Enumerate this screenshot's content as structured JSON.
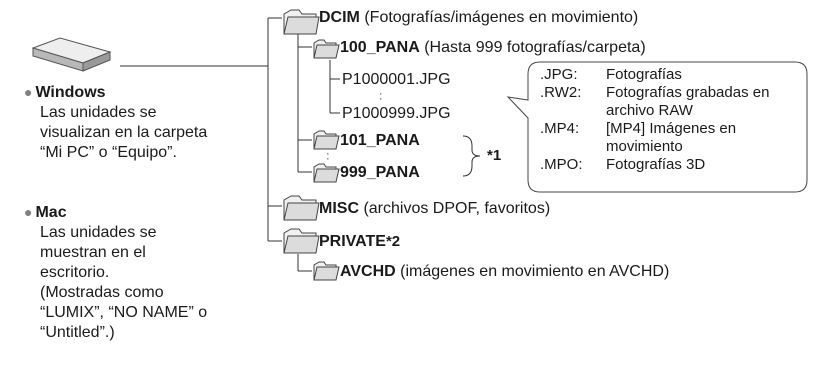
{
  "windows": {
    "title": "Windows",
    "lines": [
      "Las unidades se",
      "visualizan en la carpeta",
      "“Mi PC” o “Equipo”."
    ]
  },
  "mac": {
    "title": "Mac",
    "lines": [
      "Las unidades se",
      "muestran en el",
      "escritorio.",
      "(Mostradas como",
      "“LUMIX”, “NO NAME” o",
      "“Untitled”.)"
    ]
  },
  "tree": {
    "dcim": {
      "name": "DCIM",
      "desc": " (Fotografías/imágenes en movimiento)"
    },
    "pana100": {
      "name": "100_PANA",
      "desc": " (Hasta 999 fotografías/carpeta)"
    },
    "file_first": "P1000001.JPG",
    "file_last": "P1000999.JPG",
    "pana101": {
      "name": "101_PANA"
    },
    "pana999": {
      "name": "999_PANA"
    },
    "note1": "*1",
    "misc": {
      "name": "MISC",
      "desc": " (archivos DPOF, favoritos)"
    },
    "private": {
      "name": "PRIVATE",
      "note": "*2"
    },
    "avchd": {
      "name": "AVCHD",
      "desc": " (imágenes en movimiento en AVCHD)"
    }
  },
  "extensions": [
    {
      "ext": ".JPG:",
      "desc": "Fotografías"
    },
    {
      "ext": ".RW2:",
      "desc": "Fotografías grabadas en archivo RAW"
    },
    {
      "ext": ".MP4:",
      "desc": "[MP4] Imágenes en movimiento"
    },
    {
      "ext": ".MPO:",
      "desc": "Fotografías 3D"
    }
  ],
  "colors": {
    "line": "#333333",
    "folder_fill": "#dcdcdc",
    "bullet": "#808080"
  }
}
